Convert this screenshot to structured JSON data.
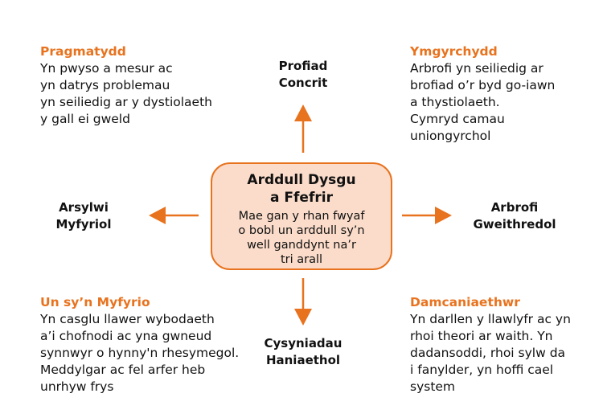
{
  "center": {
    "title": [
      "Arddull Dysgu",
      "a Ffefrir"
    ],
    "description": [
      "Mae gan y rhan fwyaf",
      "o bobl un arddull sy’n",
      "well ganddynt na’r",
      "tri arall"
    ]
  },
  "axes": {
    "top": [
      "Profiad",
      "Concrit"
    ],
    "left": [
      "Arsylwi",
      "Myfyriol"
    ],
    "right": [
      "Arbrofi",
      "Gweithredol"
    ],
    "bottom": [
      "Cysyniadau",
      "Haniaethol"
    ]
  },
  "corners": {
    "top_left": {
      "heading": "Pragmatydd",
      "lines": [
        "Yn pwyso a mesur ac",
        "yn datrys problemau",
        "yn seiliedig ar y dystiolaeth",
        "y gall ei gweld"
      ]
    },
    "top_right": {
      "heading": "Ymgyrchydd",
      "lines": [
        "Arbrofi yn seiliedig ar",
        "brofiad o’r byd go-iawn",
        "a thystiolaeth.",
        "Cymryd camau",
        "uniongyrchol"
      ]
    },
    "bottom_left": {
      "heading": "Un sy’n Myfyrio",
      "lines": [
        "Yn casglu llawer wybodaeth",
        "a’i chofnodi ac yna gwneud",
        "synnwyr o hynny'n rhesymegol.",
        "Meddylgar ac fel arfer heb",
        "unrhyw frys"
      ]
    },
    "bottom_right": {
      "heading": "Damcaniaethwr",
      "lines": [
        "Yn darllen y llawlyfr ac yn",
        "rhoi theori ar waith. Yn",
        "dadansoddi, rhoi sylw da",
        "i fanylder, yn hoffi cael",
        "system"
      ]
    }
  },
  "colors": {
    "accent": "#e8731f",
    "box_fill": "#fbdcca"
  },
  "icons": [
    "arrow-up-icon",
    "arrow-left-icon",
    "arrow-right-icon",
    "arrow-down-icon"
  ]
}
